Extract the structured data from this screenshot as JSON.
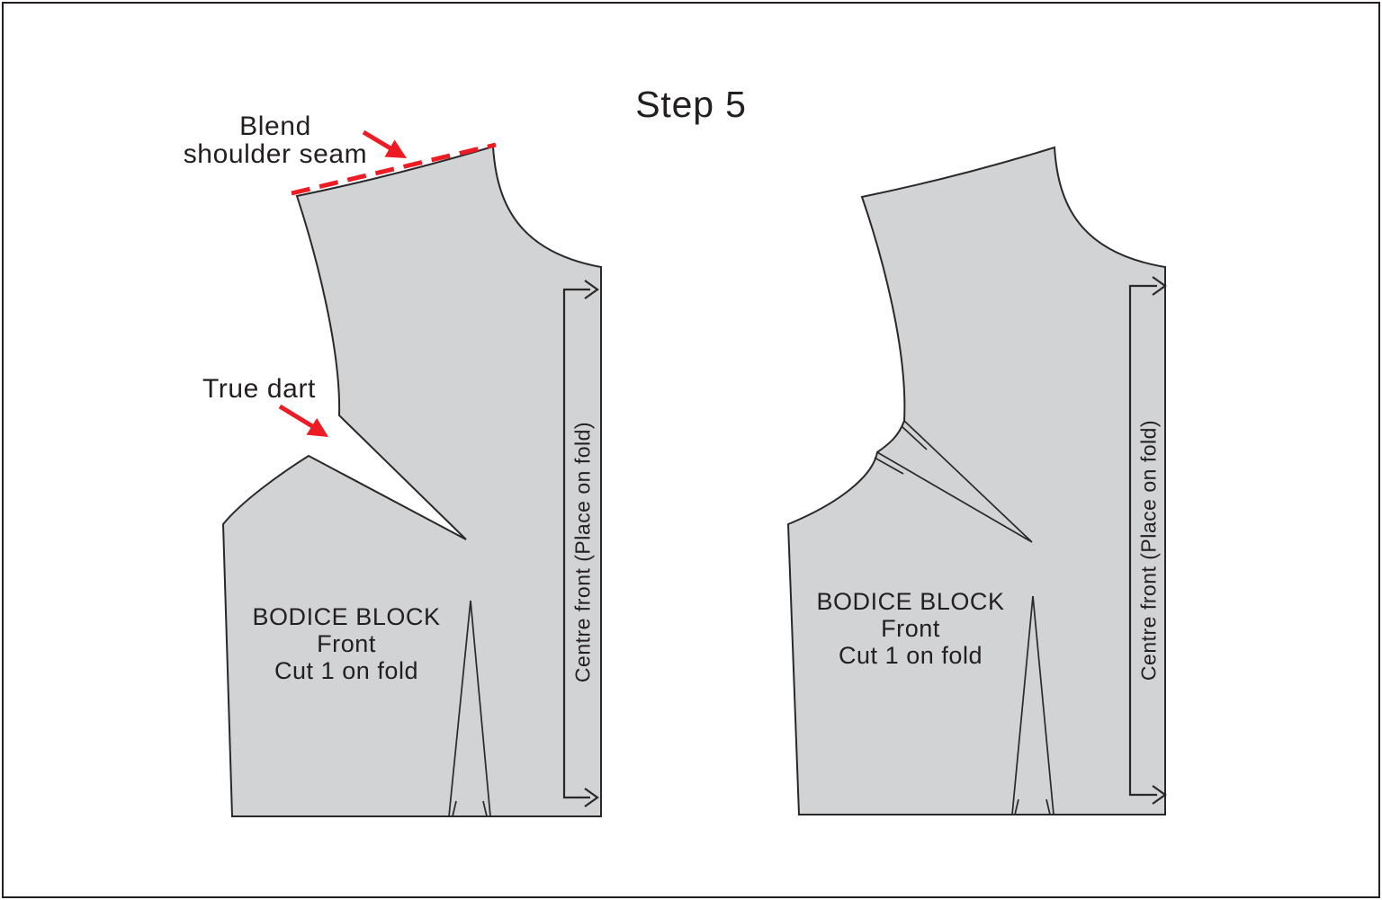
{
  "title": "Step 5",
  "colors": {
    "background": "#ffffff",
    "frame": "#231f20",
    "pattern_fill": "#d1d3d4",
    "line": "#2b2829",
    "red": "#ed1c24",
    "text": "#231f20"
  },
  "annotations": {
    "blend_line1": "Blend",
    "blend_line2": "shoulder seam",
    "true_dart": "True dart"
  },
  "left_piece": {
    "name": "BODICE BLOCK",
    "line2": "Front",
    "line3": "Cut 1 on fold",
    "fold_label": "Centre front (Place on fold)"
  },
  "right_piece": {
    "name": "BODICE BLOCK",
    "line2": "Front",
    "line3": "Cut 1 on fold",
    "fold_label": "Centre front (Place on fold)"
  }
}
